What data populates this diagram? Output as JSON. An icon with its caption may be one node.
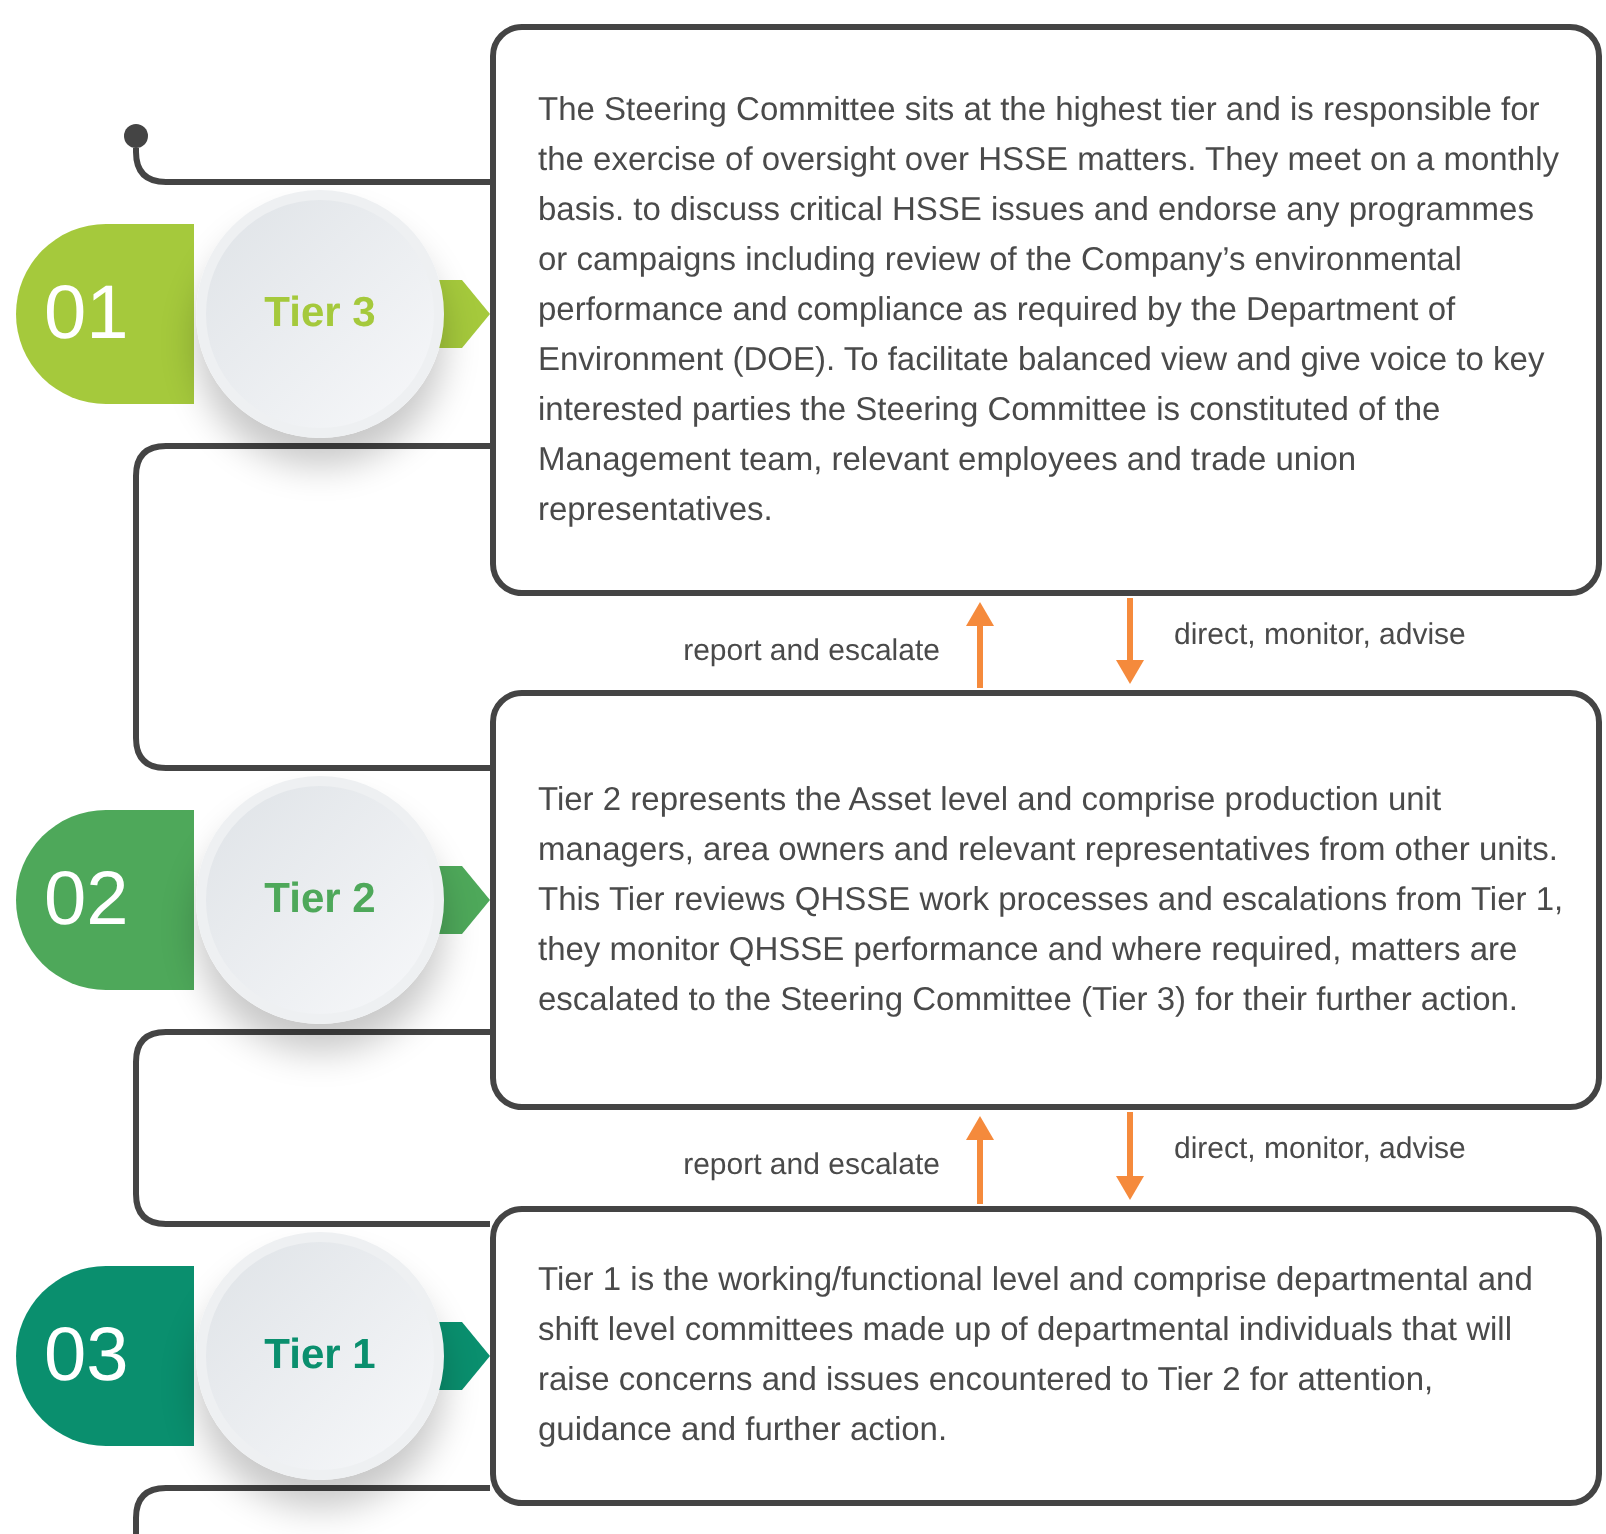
{
  "diagram": {
    "nodes": [
      {
        "text": [
          "The Steering Committee sits at the highest tier and is responsible for the exercise of oversight over HSSE matters. They meet on a monthly basis. to discuss critical HSSE issues and endorse any programmes or campaigns including review of the Company’s environmental performance and compliance as required by the Department of Environment (DOE). To facilitate balanced view and give voice to key interested parties the Steering Committee is constituted of the Management team, relevant employees and trade union representatives."
        ]
      },
      {
        "text": [
          "Tier 2 represents the Asset level and comprise production unit managers, area owners and relevant representatives from other units. This Tier reviews QHSSE work processes and escalations from Tier 1, they monitor QHSSE performance and where required, matters are escalated to the Steering Committee (Tier 3) for their further action."
        ]
      },
      {
        "text": [
          "Tier 1 is the working/functional level and comprise departmental and shift level committees made up of departmental individuals that will raise concerns and issues encountered to Tier 2 for attention, guidance and further action."
        ]
      },
      {
        "text": [
          "01"
        ]
      },
      {
        "text": [
          "Tier 3"
        ]
      },
      {
        "text": [
          "02"
        ]
      },
      {
        "text": [
          "Tier 2"
        ]
      },
      {
        "text": [
          "03"
        ]
      },
      {
        "text": [
          "Tier 1"
        ]
      },
      {
        "text": [],
        "shape": "circle"
      }
    ],
    "edges": [
      {
        "from": 4,
        "to": 0,
        "arrow": "to",
        "style": "thick",
        "color": "#a5c93c"
      },
      {
        "from": 6,
        "to": 1,
        "arrow": "to",
        "style": "thick",
        "color": "#4ea85a"
      },
      {
        "from": 8,
        "to": 2,
        "arrow": "to",
        "style": "thick",
        "color": "#0a8f6e"
      },
      {
        "from": 1,
        "to": 0,
        "arrow": "to",
        "label": "report and escalate",
        "color": "#f58a3c"
      },
      {
        "from": 0,
        "to": 1,
        "arrow": "to",
        "label": "direct, monitor, advise",
        "color": "#f58a3c"
      },
      {
        "from": 2,
        "to": 1,
        "arrow": "to",
        "label": "report and escalate",
        "color": "#f58a3c"
      },
      {
        "from": 1,
        "to": 2,
        "arrow": "to",
        "label": "direct, monitor, advise",
        "color": "#f58a3c"
      },
      {
        "from": 9,
        "to": 0,
        "arrow": "none",
        "color": "#444444"
      },
      {
        "from": 0,
        "to": 1,
        "arrow": "none",
        "color": "#444444"
      },
      {
        "from": 1,
        "to": 2,
        "arrow": "none",
        "color": "#444444"
      },
      {
        "from": 2,
        "to": null,
        "arrow": "none",
        "color": "#444444"
      }
    ]
  }
}
